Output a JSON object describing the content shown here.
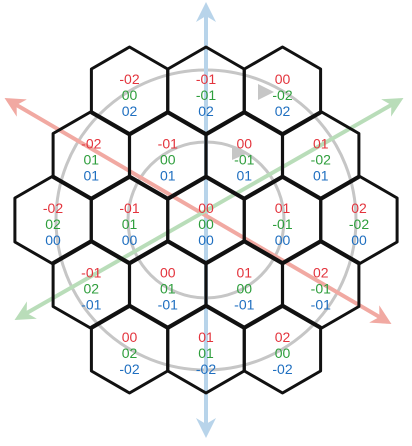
{
  "colors": {
    "red": "#e3343d",
    "green": "#2e9e3c",
    "blue": "#1f6fc0",
    "hex_stroke": "#111111",
    "vertical_axis": "#b8d4ea",
    "red_axis": "#f1a9a2",
    "green_axis": "#b9ddb9",
    "circle": "#c6c6c6"
  },
  "cells": [
    {
      "q": 0,
      "r": -2,
      "values": [
        "-02",
        "00",
        "02"
      ]
    },
    {
      "q": 1,
      "r": -2,
      "values": [
        "-01",
        "-01",
        "02"
      ]
    },
    {
      "q": 2,
      "r": -2,
      "values": [
        "00",
        "-02",
        "02"
      ]
    },
    {
      "q": -1,
      "r": -1,
      "values": [
        "-02",
        "01",
        "01"
      ]
    },
    {
      "q": 0,
      "r": -1,
      "values": [
        "-01",
        "00",
        "01"
      ]
    },
    {
      "q": 1,
      "r": -1,
      "values": [
        "00",
        "-01",
        "01"
      ]
    },
    {
      "q": 2,
      "r": -1,
      "values": [
        "01",
        "-02",
        "01"
      ]
    },
    {
      "q": -2,
      "r": 0,
      "values": [
        "-02",
        "02",
        "00"
      ]
    },
    {
      "q": -1,
      "r": 0,
      "values": [
        "-01",
        "01",
        "00"
      ]
    },
    {
      "q": 0,
      "r": 0,
      "values": [
        "00",
        "00",
        "00"
      ]
    },
    {
      "q": 1,
      "r": 0,
      "values": [
        "01",
        "-01",
        "00"
      ]
    },
    {
      "q": 2,
      "r": 0,
      "values": [
        "02",
        "-02",
        "00"
      ]
    },
    {
      "q": -2,
      "r": 1,
      "values": [
        "-01",
        "02",
        "-01"
      ]
    },
    {
      "q": -1,
      "r": 1,
      "values": [
        "00",
        "01",
        "-01"
      ]
    },
    {
      "q": 0,
      "r": 1,
      "values": [
        "01",
        "00",
        "-01"
      ]
    },
    {
      "q": 1,
      "r": 1,
      "values": [
        "02",
        "-01",
        "-01"
      ]
    },
    {
      "q": -2,
      "r": 2,
      "values": [
        "00",
        "02",
        "-02"
      ]
    },
    {
      "q": -1,
      "r": 2,
      "values": [
        "01",
        "01",
        "-02"
      ]
    },
    {
      "q": 0,
      "r": 2,
      "values": [
        "02",
        "00",
        "-02"
      ]
    }
  ]
}
